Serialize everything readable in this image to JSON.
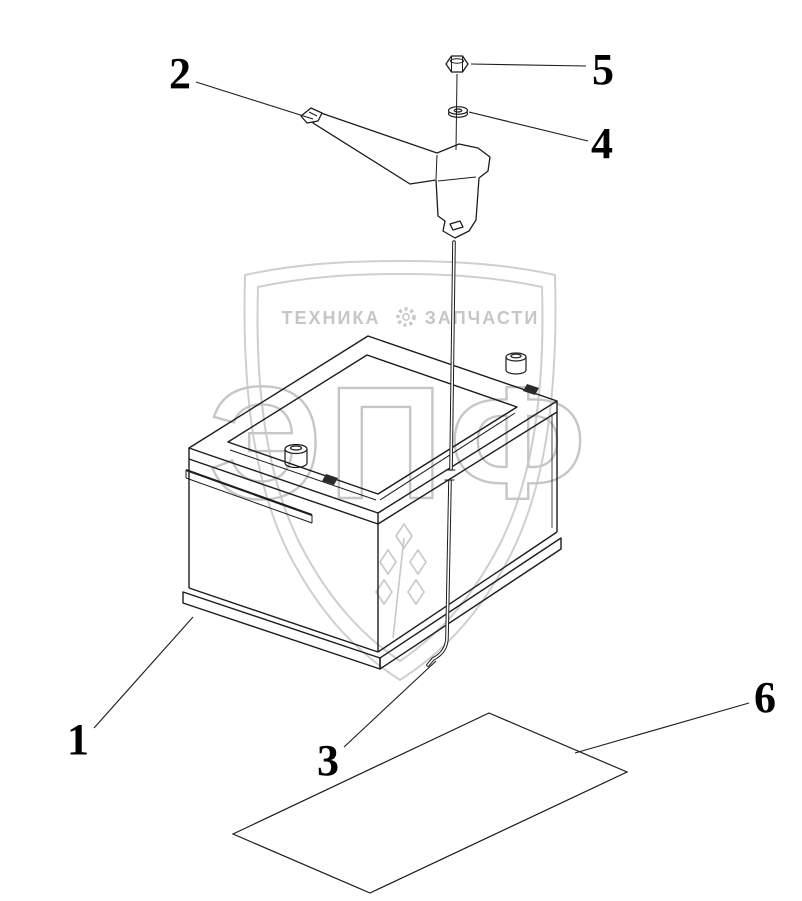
{
  "figure": {
    "callouts": [
      {
        "label": "1"
      },
      {
        "label": "2"
      },
      {
        "label": "3"
      },
      {
        "label": "4"
      },
      {
        "label": "5"
      },
      {
        "label": "6"
      }
    ],
    "watermark": {
      "brand_left": "ТЕХНИКА",
      "brand_right": "ЗАПЧАСТИ",
      "monogram": "ЭПФ"
    },
    "colors": {
      "line": "#1c1c1c",
      "watermark": "#c6c6c6",
      "background": "#ffffff"
    }
  }
}
